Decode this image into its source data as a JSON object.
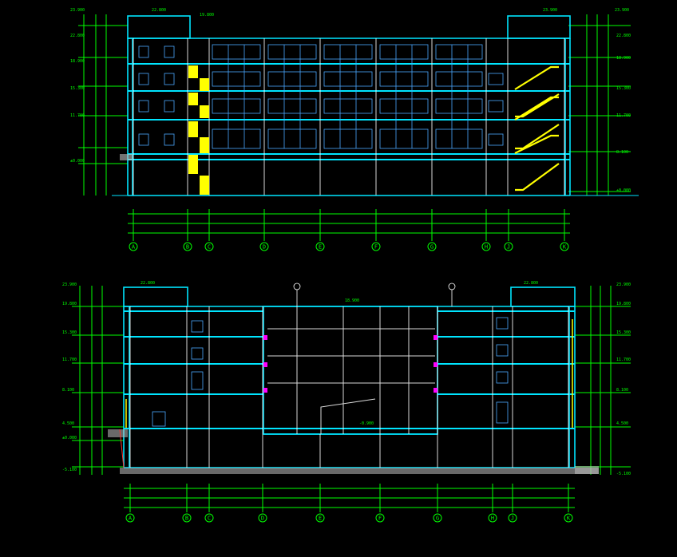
{
  "colors": {
    "background": "#000000",
    "outline": "#00e5ff",
    "dimension": "#00ff00",
    "stair": "#ffff00",
    "window": "#4aa8ff",
    "grid_line": "#ffffff",
    "slab": "#ff00ff",
    "ground": "#c0c0c0"
  },
  "grid_axes": [
    "A",
    "B",
    "C",
    "D",
    "E",
    "F",
    "G",
    "H",
    "J",
    "K"
  ],
  "grid_axes_lower": [
    "A",
    "B",
    "C",
    "D",
    "E",
    "F",
    "G",
    "H",
    "J",
    "K"
  ],
  "top_section": {
    "level_marks": [
      "23.900",
      "22.800",
      "18.900",
      "15.300",
      "11.700",
      "8.100",
      "±0.000"
    ],
    "parapet_left_mark": "22.800",
    "parapet_right_mark": "23.900",
    "roof_mark": "19.800"
  },
  "bottom_section": {
    "level_marks": [
      "23.900",
      "19.800",
      "15.300",
      "11.700",
      "8.100",
      "4.500",
      "±0.000",
      "-5.100"
    ],
    "parapet_left_mark": "22.800",
    "parapet_right_mark": "22.800",
    "roof_mark": "18.900",
    "atrium_mark": "-0.900"
  }
}
